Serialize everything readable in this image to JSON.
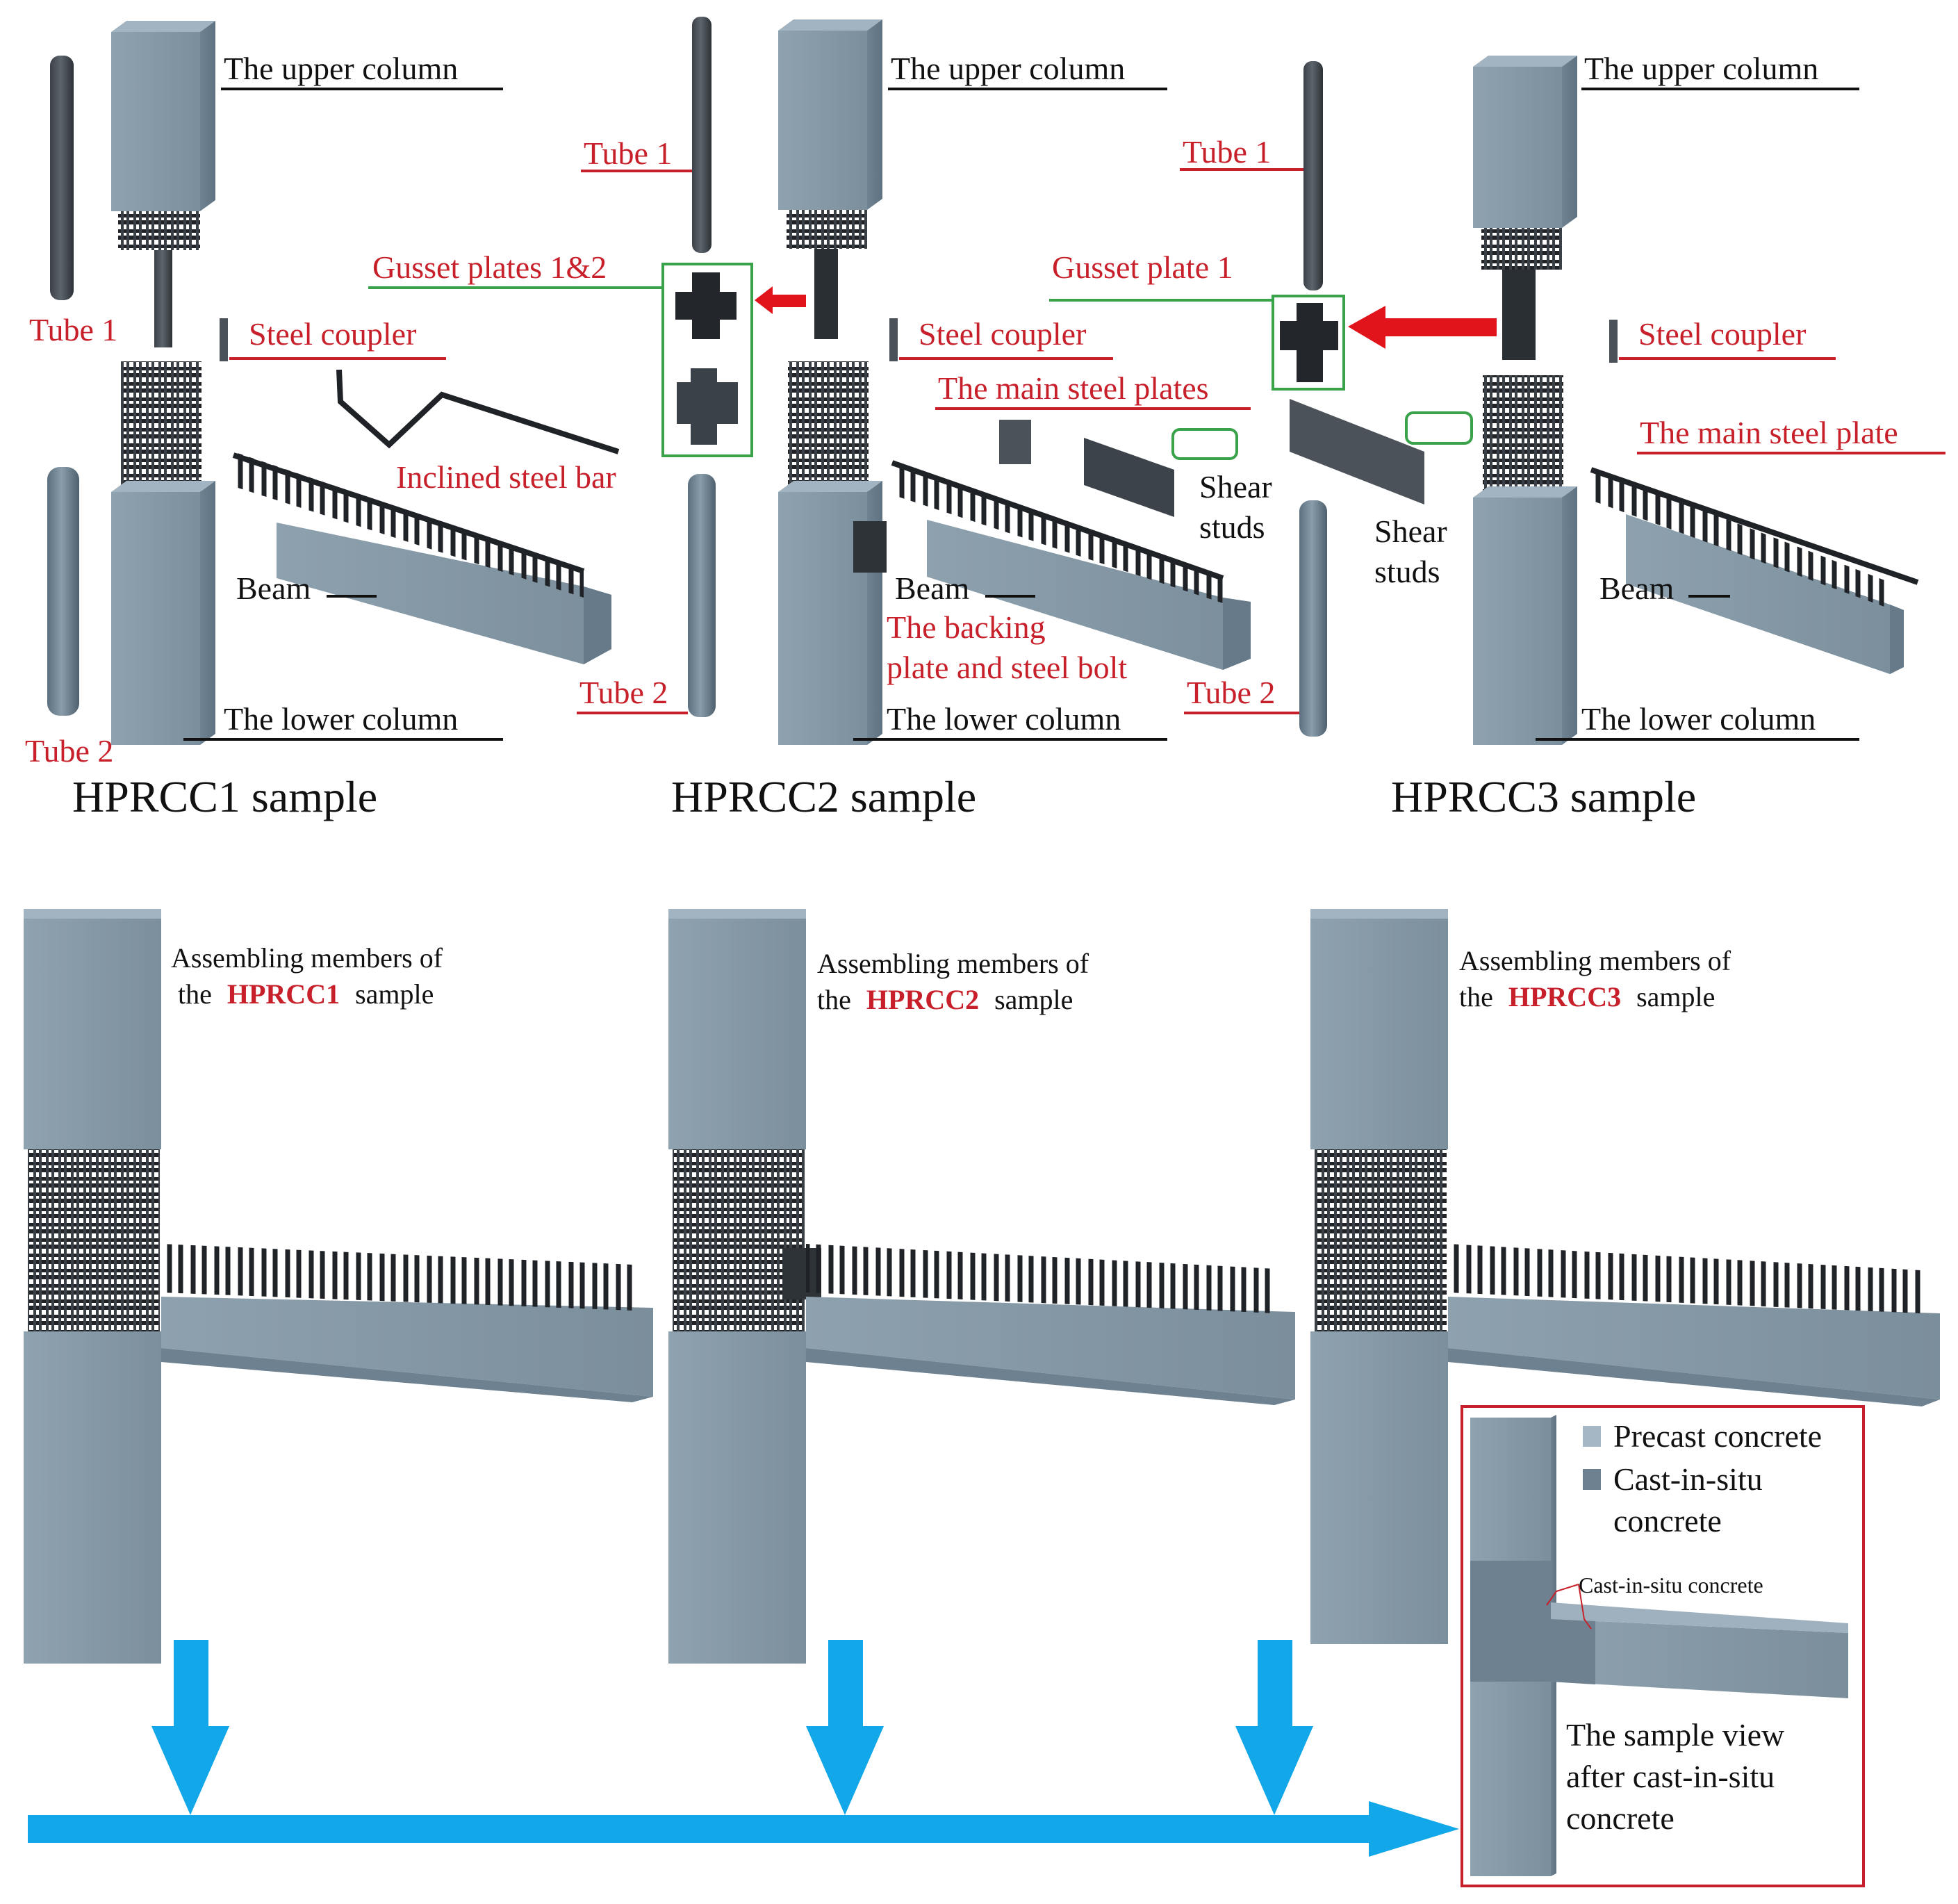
{
  "colors": {
    "red_label": "#c8202a",
    "black_label": "#111111",
    "green_box": "#3aa24a",
    "red_arrow": "#e0141a",
    "blue_arrow": "#12a7e8",
    "concrete": "#8497a5",
    "concrete_dark": "#6d8190",
    "steel": "#2e3338"
  },
  "samples": [
    {
      "title": "HPRCC1 sample",
      "upper_column": "The upper column",
      "lower_column": "The lower column",
      "tube1": "Tube 1",
      "tube2": "Tube 2",
      "steel_coupler": "Steel coupler",
      "inclined_bar": "Inclined steel bar",
      "beam": "Beam",
      "assembly_prefix": "Assembling members of",
      "assembly_the": "the",
      "assembly_id": "HPRCC1",
      "assembly_suffix": "sample"
    },
    {
      "title": "HPRCC2 sample",
      "upper_column": "The upper column",
      "lower_column": "The lower column",
      "tube1": "Tube 1",
      "tube2": "Tube 2",
      "gusset": "Gusset plates 1&2",
      "steel_coupler": "Steel coupler",
      "main_plates": "The main steel plates",
      "shear_studs_line1": "Shear",
      "shear_studs_line2": "studs",
      "beam": "Beam",
      "backing_line1": "The backing",
      "backing_line2": "plate and steel bolt",
      "assembly_prefix": "Assembling members of",
      "assembly_the": "the",
      "assembly_id": "HPRCC2",
      "assembly_suffix": "sample"
    },
    {
      "title": "HPRCC3 sample",
      "upper_column": "The upper column",
      "lower_column": "The lower column",
      "tube1": "Tube 1",
      "tube2": "Tube 2",
      "gusset": "Gusset plate 1",
      "steel_coupler": "Steel coupler",
      "main_plate": "The main steel plate",
      "shear_studs_line1": "Shear",
      "shear_studs_line2": "studs",
      "beam": "Beam",
      "assembly_prefix": "Assembling members of",
      "assembly_the": "the",
      "assembly_id": "HPRCC3",
      "assembly_suffix": "sample"
    }
  ],
  "final_view": {
    "legend_precast": "Precast concrete",
    "legend_cast_line1": "Cast-in-situ",
    "legend_cast_line2": "concrete",
    "callout": "Cast-in-situ concrete",
    "caption_line1": "The sample view",
    "caption_line2": "after cast-in-situ",
    "caption_line3": "concrete"
  }
}
